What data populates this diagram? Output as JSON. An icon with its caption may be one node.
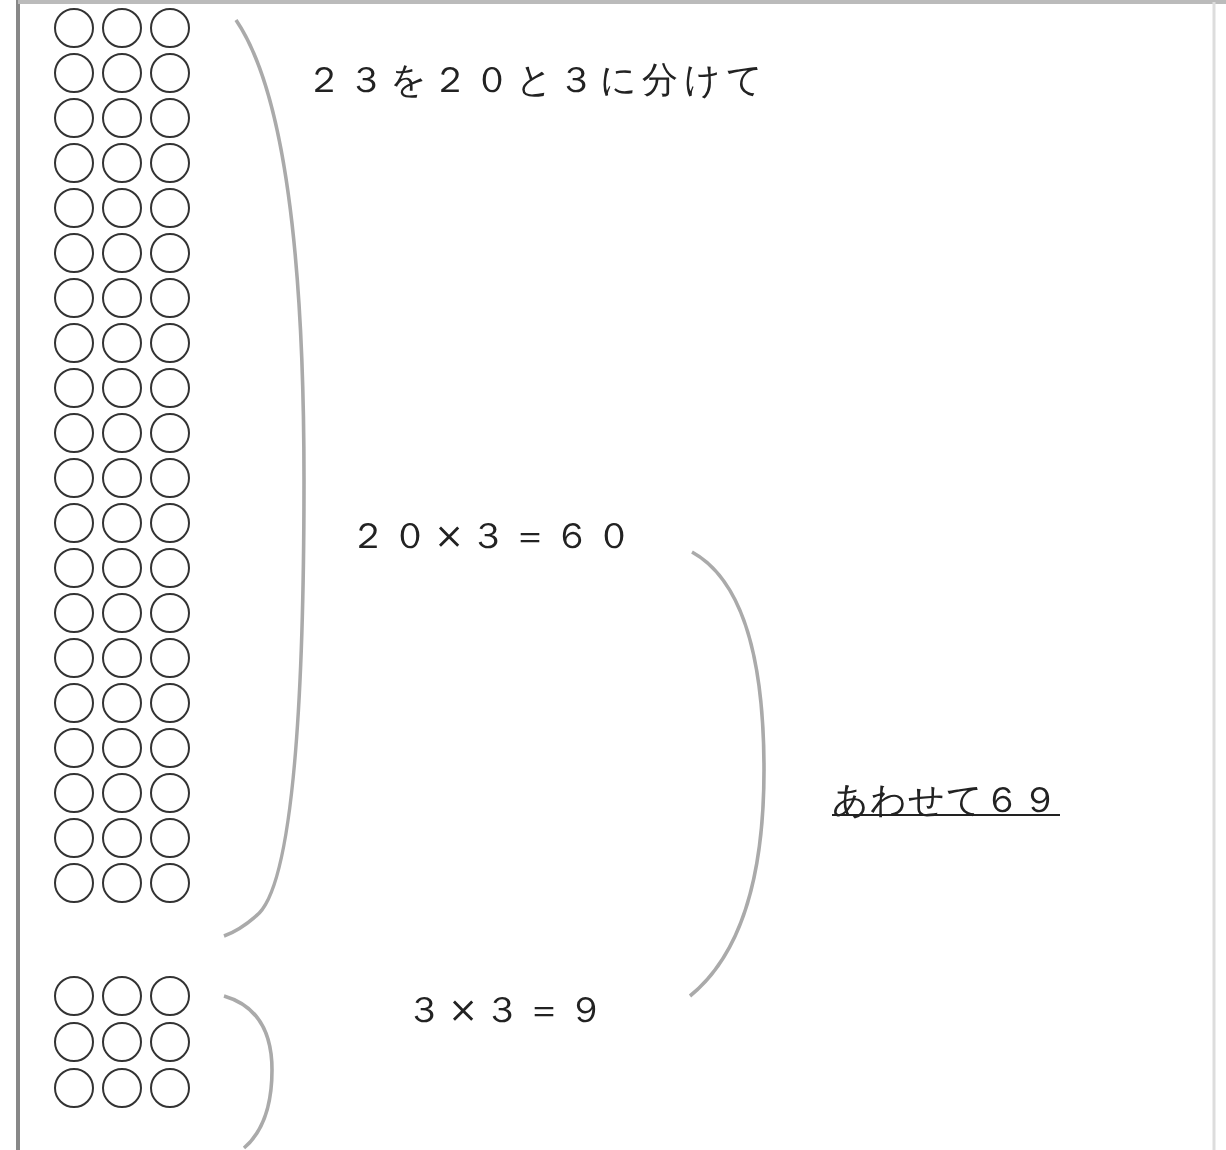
{
  "diagram": {
    "labels": [
      "２３を２０と３に分けて",
      "２０×３＝６０",
      "３×３＝９",
      "あわせて６９"
    ]
  }
}
